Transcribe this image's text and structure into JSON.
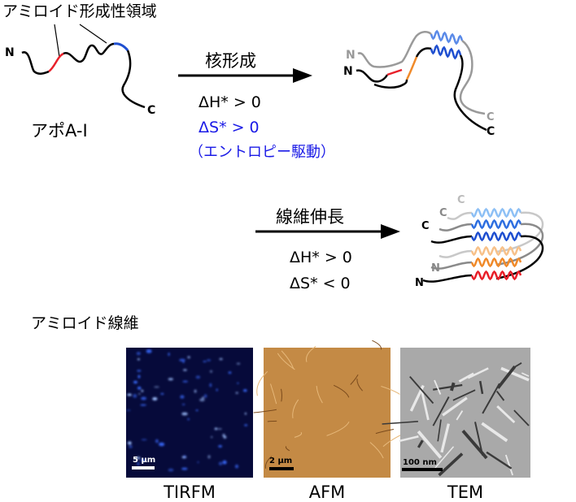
{
  "title_region": "アミロイド形成性領域",
  "protein_name": "アポA-I",
  "terminal_n": "N",
  "terminal_c": "C",
  "step1": {
    "label": "核形成",
    "enthalpy_prefix": "ΔH",
    "enthalpy_suffix": "* > 0",
    "entropy_prefix": "ΔS",
    "entropy_suffix": "* > 0",
    "entropy_note": "（エントロピー駆動）"
  },
  "step2": {
    "label": "線維伸長",
    "enthalpy_prefix": "ΔH",
    "enthalpy_suffix": "* > 0",
    "entropy_prefix": "ΔS",
    "entropy_suffix": "* < 0"
  },
  "fibril_heading": "アミロイド線維",
  "micrographs": [
    {
      "name": "TIRFM",
      "scale_bar": "5 μm"
    },
    {
      "name": "AFM",
      "scale_bar": "2 μm"
    },
    {
      "name": "TEM",
      "scale_bar": "100 nm"
    }
  ],
  "colors": {
    "red_segment": "#e8202a",
    "blue_segment": "#1f4fd0",
    "orange_segment": "#f08a2a",
    "entropy_text": "#1a1ae6",
    "tirfm_bg": "#060a3a",
    "afm_bg": "#c48a45",
    "tem_bg": "#a9a9a9"
  }
}
